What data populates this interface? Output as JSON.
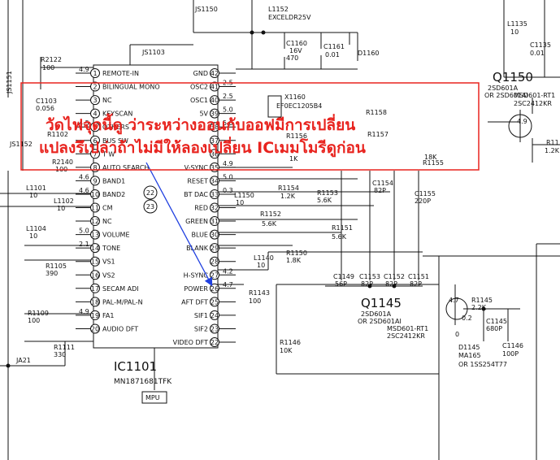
{
  "ic": {
    "ref": "IC1101",
    "part": "MN1871681TFK",
    "tag": "MPU",
    "left_pins": [
      {
        "num": "1",
        "name": "REMOTE-IN",
        "v": "4.9"
      },
      {
        "num": "2",
        "name": "BILINGUAL MONO",
        "v": ""
      },
      {
        "num": "3",
        "name": "NC",
        "v": ""
      },
      {
        "num": "4",
        "name": "KEYSCAN",
        "v": ""
      },
      {
        "num": "5",
        "name": "OTHERS",
        "v": "4.5"
      },
      {
        "num": "6",
        "name": "BUS SW",
        "v": ""
      },
      {
        "num": "7",
        "name": "T W",
        "v": ""
      },
      {
        "num": "8",
        "name": "AUTO SEARCH",
        "v": ""
      },
      {
        "num": "9",
        "name": "BAND1",
        "v": "4.6"
      },
      {
        "num": "10",
        "name": "BAND2",
        "v": "4.6"
      },
      {
        "num": "11",
        "name": "CM",
        "v": ""
      },
      {
        "num": "12",
        "name": "NC",
        "v": ""
      },
      {
        "num": "13",
        "name": "VOLUME",
        "v": "5.0"
      },
      {
        "num": "14",
        "name": "TONE",
        "v": "2.1"
      },
      {
        "num": "15",
        "name": "VS1",
        "v": ""
      },
      {
        "num": "16",
        "name": "VS2",
        "v": ""
      },
      {
        "num": "17",
        "name": "SECAM ADI",
        "v": ""
      },
      {
        "num": "18",
        "name": "PAL-M/PAL-N",
        "v": ""
      },
      {
        "num": "19",
        "name": "FA1",
        "v": "4.9"
      },
      {
        "num": "20",
        "name": "AUDIO DFT",
        "v": ""
      }
    ],
    "right_pins": [
      {
        "num": "42",
        "name": "GND",
        "v": ""
      },
      {
        "num": "41",
        "name": "OSC2",
        "v": "2.5"
      },
      {
        "num": "40",
        "name": "OSC1",
        "v": "2.5"
      },
      {
        "num": "39",
        "name": "5V",
        "v": "5.0"
      },
      {
        "num": "38",
        "name": "",
        "v": "5.0"
      },
      {
        "num": "37",
        "name": "",
        "v": ""
      },
      {
        "num": "36",
        "name": "",
        "v": ""
      },
      {
        "num": "35",
        "name": "V-SYNC",
        "v": "4.9"
      },
      {
        "num": "34",
        "name": "RESET",
        "v": "5.0"
      },
      {
        "num": "33",
        "name": "BT DAC",
        "v": "0.3"
      },
      {
        "num": "32",
        "name": "RED",
        "v": ""
      },
      {
        "num": "31",
        "name": "GREEN",
        "v": ""
      },
      {
        "num": "30",
        "name": "BLUE",
        "v": ""
      },
      {
        "num": "29",
        "name": "BLANK",
        "v": ""
      },
      {
        "num": "28",
        "name": "",
        "v": ""
      },
      {
        "num": "27",
        "name": "H-SYNC",
        "v": "4.2"
      },
      {
        "num": "26",
        "name": "POWER",
        "v": "4.7"
      },
      {
        "num": "25",
        "name": "AFT DFT",
        "v": ""
      },
      {
        "num": "24",
        "name": "SIF1",
        "v": ""
      },
      {
        "num": "23",
        "name": "SIF2",
        "v": ""
      },
      {
        "num": "22",
        "name": "VIDEO DFT",
        "v": ""
      }
    ]
  },
  "refs": {
    "ref22": "22",
    "ref23": "23",
    "js1150": "JS1150",
    "js1103": "JS1103",
    "js1151": "JS1151",
    "js1152": "JS1152",
    "ja21": "JA21"
  },
  "components": {
    "r2122": "R2122",
    "r2122v": "100",
    "c1103": "C1103",
    "c1103v": "0.056",
    "r1102": "R1102",
    "r2140": "R2140",
    "r2140v": "100",
    "l1101": "L1101",
    "l1101v": "10",
    "l1102": "L1102",
    "l1102v": "10",
    "l1104": "L1104",
    "l1104v": "10",
    "r1105": "R1105",
    "r1105v": "390",
    "r1109": "R1109",
    "r1109v": "100",
    "r1111": "R1111",
    "r1111v": "330",
    "l1152": "L1152",
    "l1152v": "EXCELDR25V",
    "c1160": "C1160",
    "c1160v1": "16V",
    "c1160v2": "470",
    "c1161": "C1161",
    "c1161v": "0.01",
    "d1160": "D1160",
    "x1160": "X1160",
    "x1160v": "EF0EC1205B4",
    "r1158": "R1158",
    "r1157": "R1157",
    "r1156": "R1156",
    "r1156v": "1K",
    "r1155": "R1155",
    "r1155v": "18K",
    "c1154": "C1154",
    "c1154v": "82P",
    "c1155": "C1155",
    "c1155v": "220P",
    "r1154": "R1154",
    "r1154v": "1.2K",
    "l1150": "L1150",
    "l1150v": "10",
    "r1153": "R1153",
    "r1153v": "5.6K",
    "r1152": "R1152",
    "r1152v": "5.6K",
    "r1151": "R1151",
    "r1151v": "5.6K",
    "r1150": "R1150",
    "r1150v": "1.8K",
    "l1140": "L1140",
    "l1140v": "10",
    "c1149": "C1149",
    "c1149v": "56P",
    "c1153": "C1153",
    "c1153v": "82P",
    "c1152": "C1152",
    "c1152v": "82P",
    "c1151": "C1151",
    "c1151v": "82P",
    "r1143": "R1143",
    "r1143v": "100",
    "r1146": "R1146",
    "r1146v": "10K",
    "l1135": "L1135",
    "l1135v": "10",
    "c1135": "C1135",
    "c1135v": "0.01",
    "r1145": "R1145",
    "r1145v": "2.2K",
    "c1145": "C1145",
    "c1145v": "680P",
    "c1146": "C1146",
    "c1146v": "100P",
    "d1145": "D1145",
    "d1145v1": "MA165",
    "d1145v2": "OR 1SS254T77",
    "q1150": "Q1150",
    "q1150l1": "2SD601A",
    "q1150l2": "OR 2SD601AI",
    "q1150l3": "MSD601-RT1",
    "q1150l4": "2SC2412KR",
    "q1150v": "4.9",
    "q1150r": "R11",
    "q1150rv": "1.2K",
    "q1145": "Q1145",
    "q1145l1": "2SD601A",
    "q1145l2": "OR 2SD601AI",
    "q1145l3": "MSD601-RT1",
    "q1145l4": "2SC2412KR",
    "q1145v1": "4.7",
    "q1145v2": "0.2",
    "q1145v3": "0"
  },
  "annotation": {
    "line1": "วัดไฟจุดนี้ดู ว่าระหว่างออนกับออฟมีการเปลี่ยน",
    "line2": "แปลงรึเปล่าถ้าไม่มีให้ลองเปลี่ยน ICเมมโมรีดูก่อน",
    "color": "#e8231e"
  },
  "colors": {
    "arrow": "#2040e0",
    "box": "#e8231e"
  }
}
